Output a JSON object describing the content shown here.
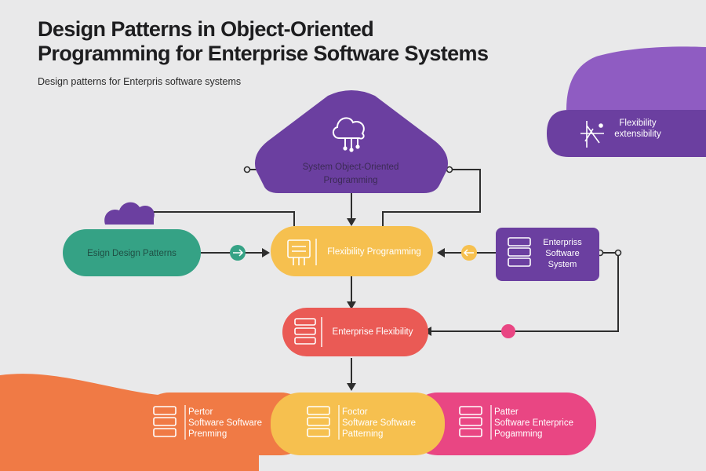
{
  "title": {
    "line1": "Design Patterns in Object-Oriented",
    "line2": "Programming  for Enterprise Software Systems"
  },
  "subtitle": "Design patterns for Enterpris software systems",
  "nodes": {
    "top": {
      "line1": "System Object-Oriented",
      "line2": "Programming",
      "icon": "cloud-icon"
    },
    "flexibility_corner": {
      "line1": "Flexibility",
      "line2": "extensibility",
      "icon": "network-icon"
    },
    "left": {
      "label": "Esign Design Patterns"
    },
    "center": {
      "label": "Flexibility Programming",
      "icon": "server-icon"
    },
    "right": {
      "line1": "Enterpriss",
      "line2": "Software",
      "line3": "System",
      "icon": "database-icon"
    },
    "middle": {
      "label": "Enterprise Flexibility",
      "icon": "database-icon"
    }
  },
  "bottom_cards": [
    {
      "line1": "Pertor",
      "line2": "Software Software",
      "line3": "Prenming",
      "icon": "database-icon"
    },
    {
      "line1": "Foctor",
      "line2": "Software Software",
      "line3": "Patterning",
      "icon": "database-icon"
    },
    {
      "line1": "Patter",
      "line2": "Software Enterprice",
      "line3": "Pogamming",
      "icon": "database-icon"
    }
  ],
  "colors": {
    "purple": "#6b3fa0",
    "purple_light": "#8f5cc2",
    "green": "#35a285",
    "yellow": "#f6c04f",
    "red": "#ea5a55",
    "orange": "#f07a45",
    "pink": "#e94683",
    "background": "#e9e9ea",
    "line": "#2e2e2e"
  }
}
